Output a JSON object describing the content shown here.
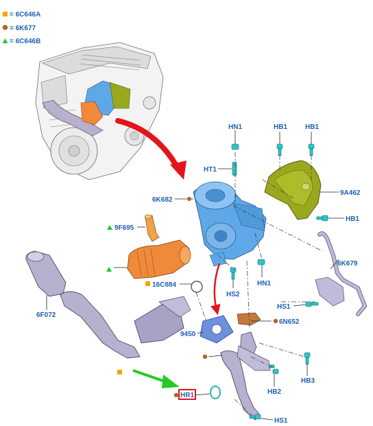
{
  "legend": [
    {
      "marker": "square",
      "color": "#f2a800",
      "text": "= 6C646A"
    },
    {
      "marker": "circle",
      "color": "#b5651d",
      "text": "= 6K677"
    },
    {
      "marker": "triangle",
      "color": "#22cc22",
      "text": "= 6C646B"
    }
  ],
  "labels": {
    "hn1_top": "HN1",
    "hb1_a": "HB1",
    "hb1_b": "HB1",
    "ht1": "HT1",
    "part_6k682": "6K682",
    "part_9a462": "9A462",
    "hb1_shield": "HB1",
    "part_9f695": "9F695",
    "part_6k679": "6K679",
    "part_16c884": "16C884",
    "hs2": "HS2",
    "hn1_bottom": "HN1",
    "part_6f072": "6F072",
    "hs1_right": "HS1",
    "part_6n652": "6N652",
    "part_9450": "9450",
    "hb3": "HB3",
    "hb2": "HB2",
    "hr1": "HR1",
    "hs1_bottom": "HS1"
  },
  "colors": {
    "label": "#1f5fb3",
    "turbo": "#5fa8e8",
    "heat_shield": "#9aa81e",
    "intake_pipe": "#f08a3a",
    "exhaust": "#b7b0cf",
    "fastener": "#2fc4c8",
    "red_arrow": "#e4141b",
    "green_arrow": "#22cc22",
    "highlight_box": "#e4141b"
  }
}
